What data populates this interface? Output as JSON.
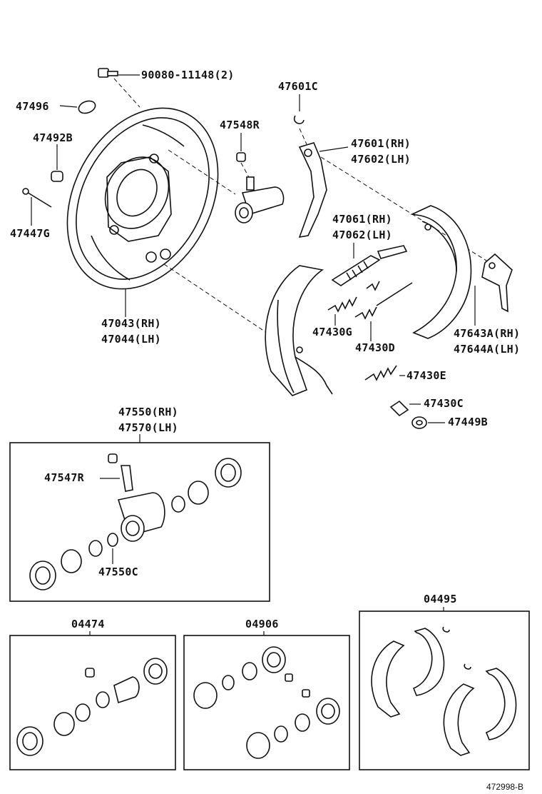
{
  "labels": {
    "bolt": "90080-11148(2)",
    "plug": "47496",
    "cap_small": "47492B",
    "pin": "47447G",
    "backing_plate": [
      "47043(RH)",
      "47044(LH)"
    ],
    "bleeder_cap": "47548R",
    "clip": "47601C",
    "lever": [
      "47601(RH)",
      "47602(LH)"
    ],
    "adjuster": [
      "47061(RH)",
      "47062(LH)"
    ],
    "spring_g": "47430G",
    "spring_d": "47430D",
    "spring_e": "47430E",
    "spring_c": "47430C",
    "retainer": "47449B",
    "shoe_lever": [
      "47643A(RH)",
      "47644A(LH)"
    ],
    "wheel_cyl": [
      "47550(RH)",
      "47570(LH)"
    ],
    "bleeder": "47547R",
    "cyl_spring": "47550C",
    "kit_1": "04474",
    "kit_2": "04906",
    "kit_3": "04495",
    "diagram_id": "472998-B"
  }
}
